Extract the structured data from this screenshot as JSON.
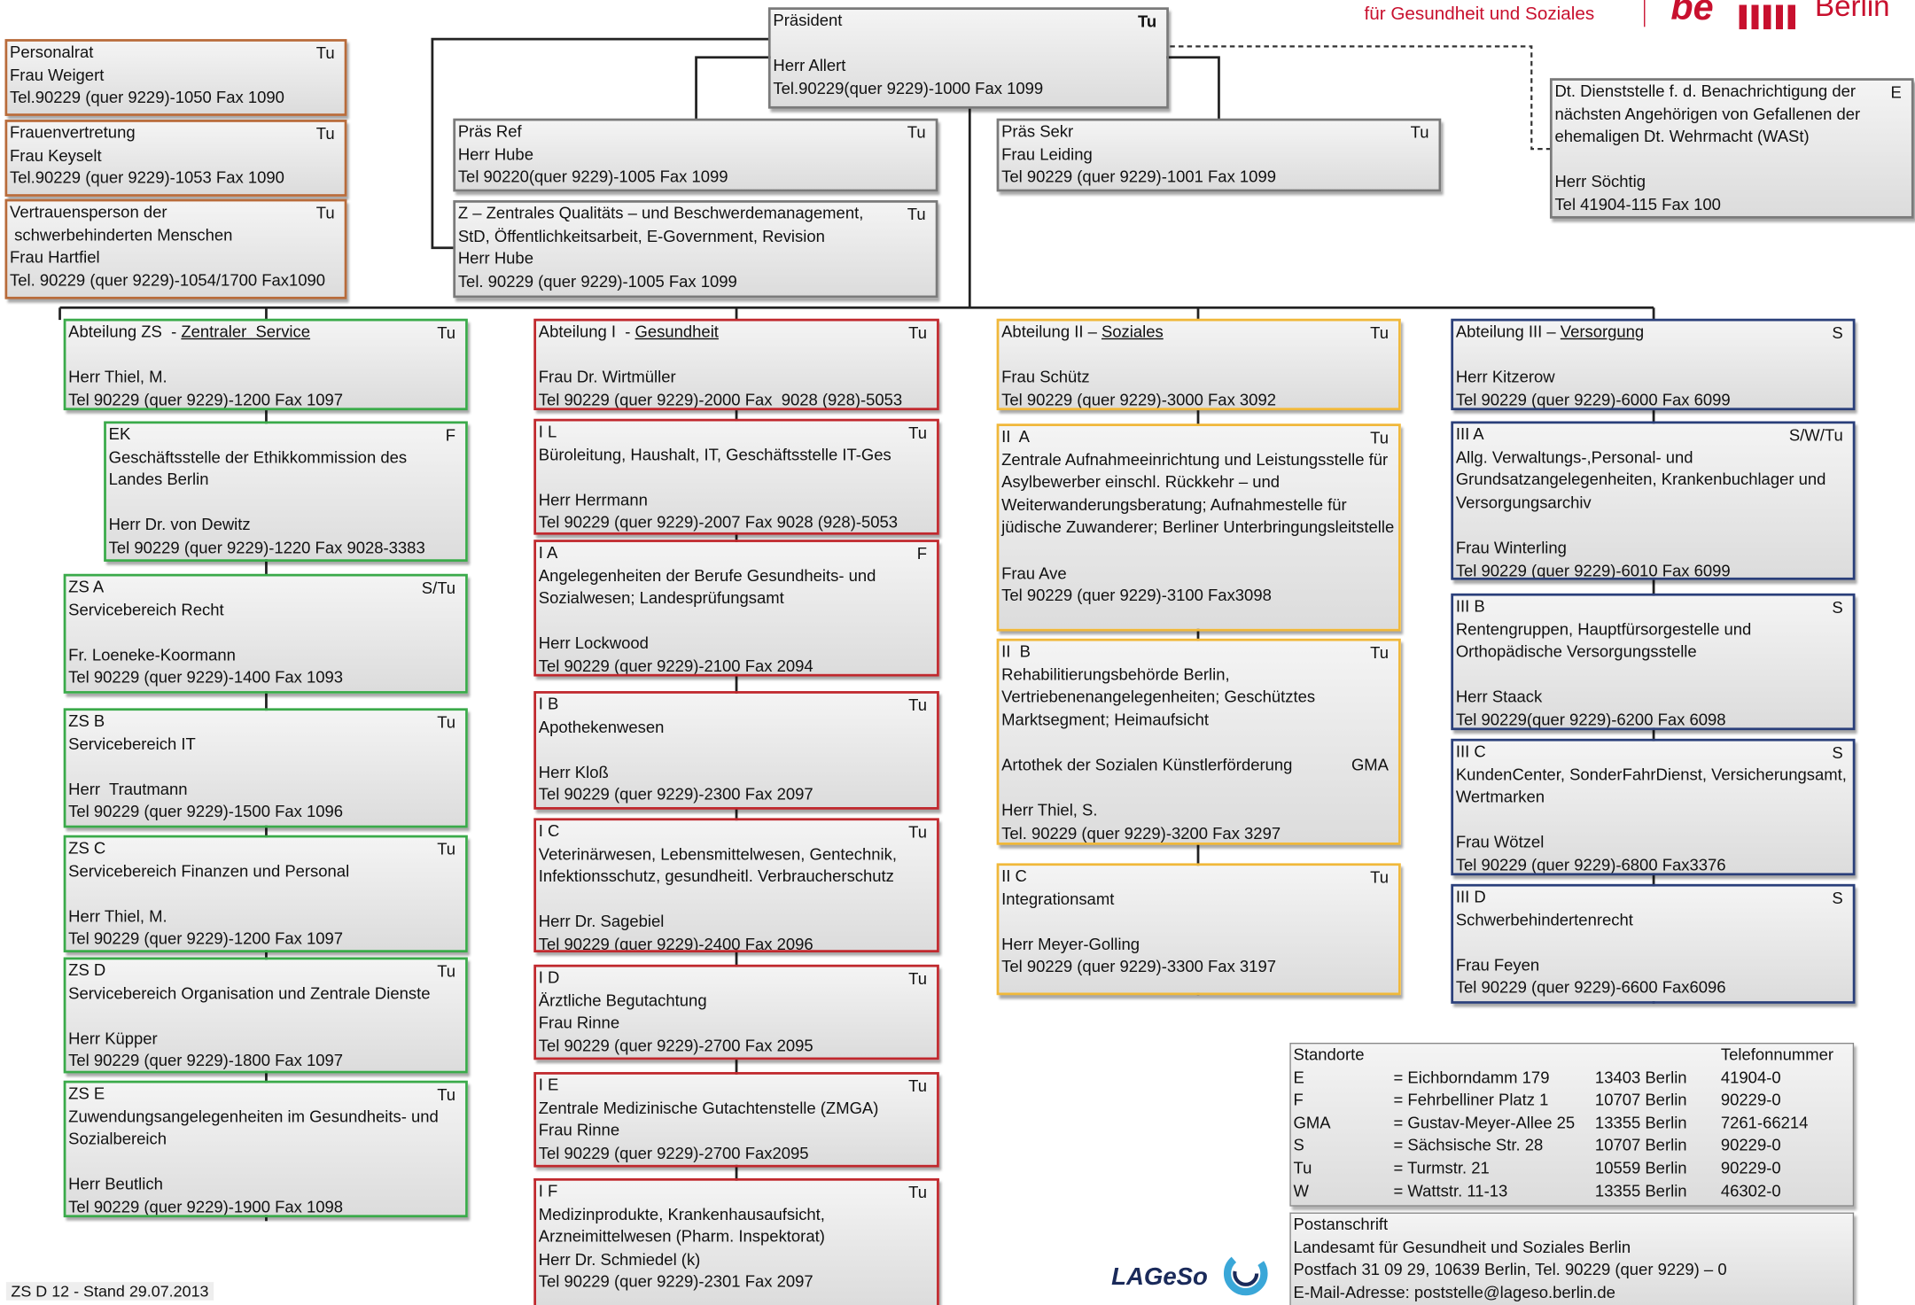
{
  "header": {
    "brand_text": "für Gesundheit und Soziales",
    "logo_text": "Berlin"
  },
  "praesident": {
    "title": "Präsident",
    "site": "Tu",
    "person": "Herr Allert",
    "phone": "Tel.90229(quer 9229)-1000 Fax 1099"
  },
  "left_column": [
    {
      "title": "Personalrat",
      "site": "Tu",
      "person": "Frau Weigert",
      "phone": "Tel.90229 (quer 9229)-1050 Fax 1090"
    },
    {
      "title": "Frauenvertretung",
      "site": "Tu",
      "person": "Frau Keyselt",
      "phone": "Tel.90229 (quer 9229)-1053 Fax 1090"
    },
    {
      "title": "Vertrauensperson der",
      "title2": " schwerbehinderten Menschen",
      "site": "Tu",
      "person": "Frau Hartfiel",
      "phone": "Tel. 90229 (quer 9229)-1054/1700 Fax1090"
    }
  ],
  "staff": {
    "praes_ref": {
      "title": "Präs Ref",
      "site": "Tu",
      "person": "Herr Hube",
      "phone": "Tel 90220(quer 9229)-1005 Fax 1099"
    },
    "praes_sekr": {
      "title": "Präs Sekr",
      "site": "Tu",
      "person": "Frau Leiding",
      "phone": "Tel 90229 (quer 9229)-1001 Fax 1099"
    },
    "z": {
      "line1": "Z – Zentrales Qualitäts – und Beschwerdemanagement,",
      "line2": "StD, Öffentlichkeitsarbeit, E-Government, Revision",
      "site": "Tu",
      "person": "Herr Hube",
      "phone": "Tel. 90229 (quer 9229)-1005 Fax 1099"
    },
    "wast": {
      "line1": "Dt. Dienststelle f. d. Benachrichtigung der",
      "line2": "nächsten Angehörigen von Gefallenen der",
      "line3": "ehemaligen Dt. Wehrmacht (WASt)",
      "site": "E",
      "person": "Herr Söchtig",
      "phone": "Tel 41904-115  Fax 100"
    }
  },
  "departments": {
    "zs": {
      "prefix": "Abteilung ZS  - ",
      "name": "Zentraler  Service",
      "site": "Tu",
      "person": "Herr Thiel, M.",
      "phone": "Tel 90229 (quer 9229)-1200 Fax 1097"
    },
    "i": {
      "prefix": "Abteilung I  - ",
      "name": "Gesundheit",
      "site": "Tu",
      "person": "Frau Dr. Wirtmüller",
      "phone": "Tel 90229 (quer 9229)-2000 Fax  9028 (928)-5053"
    },
    "ii": {
      "prefix": "Abteilung II – ",
      "name": "Soziales",
      "site": "Tu",
      "person": "Frau Schütz",
      "phone": "Tel 90229 (quer 9229)-3000 Fax 3092"
    },
    "iii": {
      "prefix": "Abteilung III – ",
      "name": "Versorgung",
      "site": "S",
      "person": "Herr Kitzerow",
      "phone": "Tel 90229 (quer 9229)-6000 Fax 6099"
    }
  },
  "zs_units": [
    {
      "code": "EK",
      "site": "F",
      "desc": "Geschäftsstelle der Ethikkommission des Landes Berlin",
      "person": "Herr Dr. von Dewitz",
      "phone": "Tel 90229 (quer 9229)-1220 Fax 9028-3383"
    },
    {
      "code": "ZS A",
      "site": "S/Tu",
      "desc": "Servicebereich Recht",
      "person": "Fr. Loeneke-Koormann",
      "phone": "Tel 90229 (quer 9229)-1400 Fax 1093"
    },
    {
      "code": "ZS B",
      "site": "Tu",
      "desc": "Servicebereich IT",
      "person": "Herr  Trautmann",
      "phone": "Tel 90229 (quer 9229)-1500 Fax 1096"
    },
    {
      "code": "ZS C",
      "site": "Tu",
      "desc": "Servicebereich Finanzen und Personal",
      "person": "Herr Thiel, M.",
      "phone": "Tel 90229 (quer 9229)-1200 Fax 1097"
    },
    {
      "code": "ZS D",
      "site": "Tu",
      "desc": "Servicebereich Organisation und Zentrale Dienste",
      "person": "Herr Küpper",
      "phone": "Tel 90229 (quer 9229)-1800 Fax 1097"
    },
    {
      "code": "ZS E",
      "site": "Tu",
      "desc": "Zuwendungsangelegenheiten im Gesundheits- und Sozialbereich",
      "person": "Herr Beutlich",
      "phone": "Tel 90229 (quer 9229)-1900 Fax 1098"
    }
  ],
  "i_units": [
    {
      "code": "I L",
      "site": "Tu",
      "desc": "Büroleitung, Haushalt, IT, Geschäftsstelle IT-Ges",
      "person": "Herr Herrmann",
      "phone": "Tel 90229 (quer 9229)-2007 Fax 9028 (928)-5053"
    },
    {
      "code": "I A",
      "site": "F",
      "desc": "Angelegenheiten der Berufe Gesundheits- und Sozialwesen; Landesprüfungsamt",
      "person": "Herr Lockwood",
      "phone": "Tel 90229 (quer 9229)-2100 Fax 2094"
    },
    {
      "code": "I B",
      "site": "Tu",
      "desc": "Apothekenwesen",
      "person": "Herr Kloß",
      "phone": "Tel 90229 (quer 9229)-2300 Fax 2097"
    },
    {
      "code": "I C",
      "site": "Tu",
      "desc": "Veterinärwesen, Lebensmittelwesen, Gentechnik, Infektionsschutz, gesundheitl. Verbraucherschutz",
      "person": "Herr Dr. Sagebiel",
      "phone": "Tel 90229 (quer 9229)-2400 Fax 2096"
    },
    {
      "code": "I D",
      "site": "Tu",
      "desc": "Ärztliche Begutachtung",
      "person": "Frau Rinne",
      "phone": "Tel 90229 (quer 9229)-2700 Fax 2095"
    },
    {
      "code": "I E",
      "site": "Tu",
      "desc": "Zentrale Medizinische Gutachtenstelle (ZMGA)",
      "person": "Frau Rinne",
      "phone": "Tel 90229 (quer 9229)-2700 Fax2095"
    },
    {
      "code": "I F",
      "site": "Tu",
      "desc": "Medizinprodukte, Krankenhausaufsicht, Arzneimittelwesen (Pharm. Inspektorat)",
      "person": "Herr Dr. Schmiedel (k)",
      "phone": "Tel 90229 (quer 9229)-2301 Fax 2097"
    }
  ],
  "ii_units": [
    {
      "code": "II  A",
      "site": "Tu",
      "desc": "Zentrale Aufnahmeeinrichtung und Leistungsstelle für Asylbewerber einschl. Rückkehr – und Weiterwanderungsberatung; Aufnahmestelle für jüdische Zuwanderer; Berliner Unterbringungsleitstelle",
      "person": "Frau Ave",
      "phone": "Tel 90229 (quer 9229)-3100 Fax3098"
    },
    {
      "code": "II  B",
      "site": "Tu",
      "desc": "Rehabilitierungsbehörde Berlin, Vertriebenenangelegenheiten; Geschütztes Marktsegment; Heimaufsicht",
      "extra": "Artothek der Sozialen Künstlerförderung",
      "extra_site": "GMA",
      "person": "Herr Thiel, S.",
      "phone": "Tel. 90229 (quer 9229)-3200 Fax 3297"
    },
    {
      "code": "II C",
      "site": "Tu",
      "desc": "Integrationsamt",
      "person": "Herr Meyer-Golling",
      "phone": "Tel 90229 (quer 9229)-3300 Fax 3197"
    }
  ],
  "iii_units": [
    {
      "code": "III A",
      "site": "S/W/Tu",
      "desc": "Allg. Verwaltungs-,Personal- und Grundsatzangelegenheiten, Krankenbuchlager und Versorgungsarchiv",
      "person": "Frau Winterling",
      "phone": "Tel 90229 (quer 9229)-6010 Fax 6099"
    },
    {
      "code": "III B",
      "site": "S",
      "desc": "Rentengruppen, Hauptfürsorgestelle und Orthopädische Versorgungsstelle",
      "person": "Herr Staack",
      "phone": "Tel 90229(quer 9229)-6200 Fax 6098"
    },
    {
      "code": "III C",
      "site": "S",
      "desc": "KundenCenter, SonderFahrDienst, Versicherungsamt, Wertmarken",
      "person": "Frau Wötzel",
      "phone": "Tel 90229 (quer 9229)-6800 Fax3376"
    },
    {
      "code": "III D",
      "site": "S",
      "desc": "Schwerbehindertenrecht",
      "person": "Frau Feyen",
      "phone": "Tel 90229 (quer 9229)-6600 Fax6096"
    }
  ],
  "standorte": {
    "header_left": "Standorte",
    "header_right": "Telefonnummer",
    "rows": [
      {
        "code": "E",
        "street": "= Eichborndamm 179",
        "city": "13403 Berlin",
        "phone": "41904-0"
      },
      {
        "code": "F",
        "street": "= Fehrbelliner Platz 1",
        "city": "10707 Berlin",
        "phone": "90229-0"
      },
      {
        "code": "GMA",
        "street": "= Gustav-Meyer-Allee 25",
        "city": "13355 Berlin",
        "phone": "7261-66214"
      },
      {
        "code": "S",
        "street": "= Sächsische Str. 28",
        "city": "10707 Berlin",
        "phone": "90229-0"
      },
      {
        "code": "Tu",
        "street": "= Turmstr. 21",
        "city": "10559 Berlin",
        "phone": "90229-0"
      },
      {
        "code": "W",
        "street": "= Wattstr. 11-13",
        "city": "13355 Berlin",
        "phone": "46302-0"
      }
    ]
  },
  "postanschrift": {
    "title": "Postanschrift",
    "line1": "Landesamt für Gesundheit und Soziales Berlin",
    "line2": "Postfach 31 09 29, 10639 Berlin, Tel. 90229 (quer 9229) – 0",
    "line3": "E-Mail-Adresse: poststelle@lageso.berlin.de"
  },
  "footer": {
    "stand": "ZS D 12 - Stand 29.07.2013",
    "logo": "LAGeSo"
  },
  "colors": {
    "brown": "#b86b3a",
    "green": "#3aaa4a",
    "red": "#c0282d",
    "yellow": "#f0b83a",
    "blue": "#2a3f7a",
    "brand_red": "#c8102e"
  }
}
